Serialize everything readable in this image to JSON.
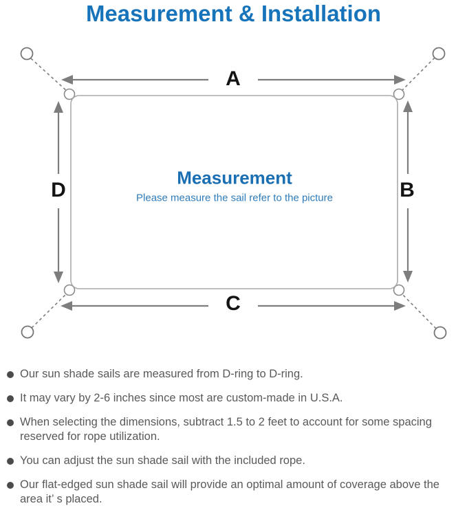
{
  "title": "Measurement & Installation",
  "diagram": {
    "dimension_labels": {
      "top": "A",
      "right": "B",
      "bottom": "C",
      "left": "D"
    },
    "center_heading": "Measurement",
    "center_subtitle": "Please measure the sail refer to the picture",
    "icons": {
      "anchor_ring": "outlined-circle",
      "d_ring": "half-ring-bump-at-sail-corner",
      "rope": "dashed-diagonal-line",
      "dimension_arrow": "double-headed-arrow"
    }
  },
  "bullets": [
    {
      "text": "Our sun shade sails are measured from D-ring to D-ring."
    },
    {
      "text": "It may vary by 2-6 inches since most are custom-made in U.S.A."
    },
    {
      "text": "When selecting the dimensions, subtract 1.5 to 2 feet to account for some spacing reserved for rope utilization."
    },
    {
      "text": "You can adjust the sun shade sail with the included rope."
    },
    {
      "text": "Our flat-edged sun shade sail will provide an optimal amount of coverage above the area it’ s placed."
    }
  ],
  "colors": {
    "title_blue": "#1874ba",
    "center_heading_blue": "#1a6fb3",
    "center_subtitle_blue": "#2f7cba",
    "body_text_gray": "#595959",
    "diagram_line_gray": "#7d7d7d",
    "sail_border_gray": "#aaaaaa",
    "dimension_label_black": "#141414"
  }
}
